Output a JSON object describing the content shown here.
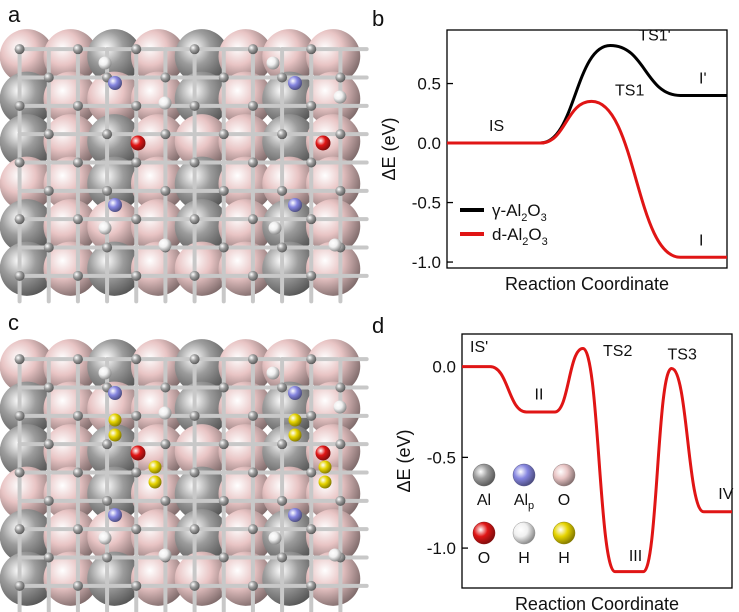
{
  "panels": {
    "a": "a",
    "b": "b",
    "c": "c",
    "d": "d"
  },
  "colors": {
    "al": "#9c9c9c",
    "al_p": "#8686e0",
    "o_lattice": "#e8c4c4",
    "o_ads": "#e01616",
    "h": "#f0f0f0",
    "h_yellow": "#e6d400",
    "gamma": "#000000",
    "d": "#e01515",
    "bond": "#c8c8c8"
  },
  "chart_b": {
    "type": "line",
    "ylabel": "ΔE (eV)",
    "xlabel": "Reaction Coordinate",
    "yticks": [
      0.5,
      0.0,
      -0.5,
      -1.0
    ],
    "ytick_labels": [
      "0.5",
      "0.0",
      "-0.5",
      "-1.0"
    ],
    "ylim": [
      -1.05,
      0.95
    ],
    "series": [
      {
        "name": "γ-Al₂O₃",
        "color": "#000000",
        "points": [
          [
            0,
            0.0
          ],
          [
            1,
            0.0
          ],
          [
            1.75,
            0.82
          ],
          [
            2.5,
            0.4
          ],
          [
            3.0,
            0.4
          ]
        ]
      },
      {
        "name": "d-Al₂O₃",
        "color": "#e01515",
        "points": [
          [
            0,
            0.0
          ],
          [
            1,
            0.0
          ],
          [
            1.55,
            0.35
          ],
          [
            2.5,
            -0.96
          ],
          [
            3.0,
            -0.96
          ]
        ]
      }
    ],
    "annotations": [
      {
        "text": "IS",
        "x": 0.45,
        "y": 0.1
      },
      {
        "text": "TS1'",
        "x": 2.05,
        "y": 0.86
      },
      {
        "text": "I'",
        "x": 2.7,
        "y": 0.5
      },
      {
        "text": "TS1",
        "x": 1.8,
        "y": 0.4
      },
      {
        "text": "I",
        "x": 2.7,
        "y": -0.86
      }
    ],
    "legend": [
      {
        "label_base": "γ-Al",
        "sub1": "2",
        "mid": "O",
        "sub2": "3",
        "color": "#000000"
      },
      {
        "label_base": "d-Al",
        "sub1": "2",
        "mid": "O",
        "sub2": "3",
        "color": "#e01515"
      }
    ]
  },
  "chart_d": {
    "type": "line",
    "ylabel": "ΔE (eV)",
    "xlabel": "Reaction Coordinate",
    "yticks": [
      0.0,
      -0.5,
      -1.0
    ],
    "ytick_labels": [
      "0.0",
      "-0.5",
      "-1.0"
    ],
    "ylim": [
      -1.22,
      0.18
    ],
    "series": [
      {
        "name": "d-Al₂O₃",
        "color": "#e01515",
        "points": [
          [
            0,
            0
          ],
          [
            0.35,
            0
          ],
          [
            0.8,
            -0.25
          ],
          [
            1.15,
            -0.25
          ],
          [
            1.5,
            0.1
          ],
          [
            1.9,
            -1.13
          ],
          [
            2.25,
            -1.13
          ],
          [
            2.6,
            -0.01
          ],
          [
            3.0,
            -0.8
          ],
          [
            3.35,
            -0.8
          ]
        ]
      }
    ],
    "annotations": [
      {
        "text": "IS'",
        "x": 0.1,
        "y": 0.08
      },
      {
        "text": "II",
        "x": 0.9,
        "y": -0.18
      },
      {
        "text": "TS2",
        "x": 1.75,
        "y": 0.06
      },
      {
        "text": "TS3",
        "x": 2.55,
        "y": 0.04
      },
      {
        "text": "III",
        "x": 2.07,
        "y": -1.07
      },
      {
        "text": "IV",
        "x": 3.18,
        "y": -0.73
      }
    ]
  },
  "legend_d": [
    {
      "label": "Al",
      "sub": "",
      "color": "#9c9c9c"
    },
    {
      "label": "Al",
      "sub": "p",
      "color": "#8686e0"
    },
    {
      "label": "O",
      "sub": "",
      "color": "#e8c4c4"
    },
    {
      "label": "O",
      "sub": "",
      "color": "#e01616"
    },
    {
      "label": "H",
      "sub": "",
      "color": "#f0f0f0"
    },
    {
      "label": "H",
      "sub": "",
      "color": "#e6d400"
    }
  ]
}
